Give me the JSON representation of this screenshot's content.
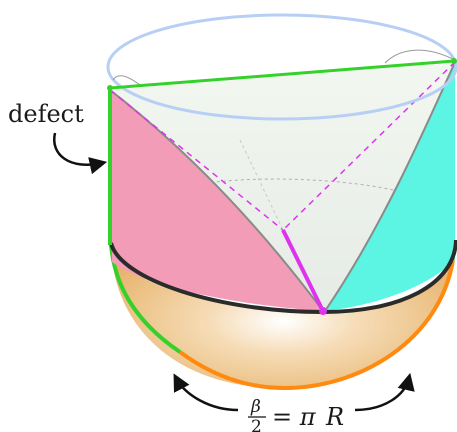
{
  "labels": {
    "defect": "defect",
    "beta": "β",
    "two": "2",
    "equals_pi": "= π",
    "R": "R"
  },
  "colors": {
    "rim_top": "#b8cff5",
    "green_edge": "#34d12a",
    "magenta_edge": "#dd33ee",
    "pink_panel": "#f29cb8",
    "cyan_panel": "#5cf5e3",
    "bowl_fill": "#f2c98e",
    "orange_rim": "#ff8a10",
    "dark_rim": "#2b2b2b",
    "grey_edge": "#8a8a8a",
    "back_panel": "#ebefeb"
  },
  "icons": [
    "curved-arrow-icon",
    "double-arrow-icon"
  ]
}
